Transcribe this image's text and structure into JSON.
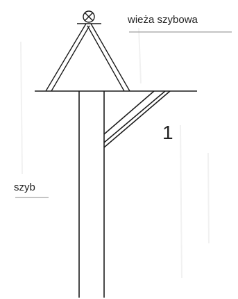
{
  "labels": {
    "tower": "wieża szybowa",
    "shaft": "szyb",
    "part_number": "1"
  },
  "colors": {
    "background": "#ffffff",
    "line": "#1a1a1a",
    "underline": "#8a8a8a"
  }
}
